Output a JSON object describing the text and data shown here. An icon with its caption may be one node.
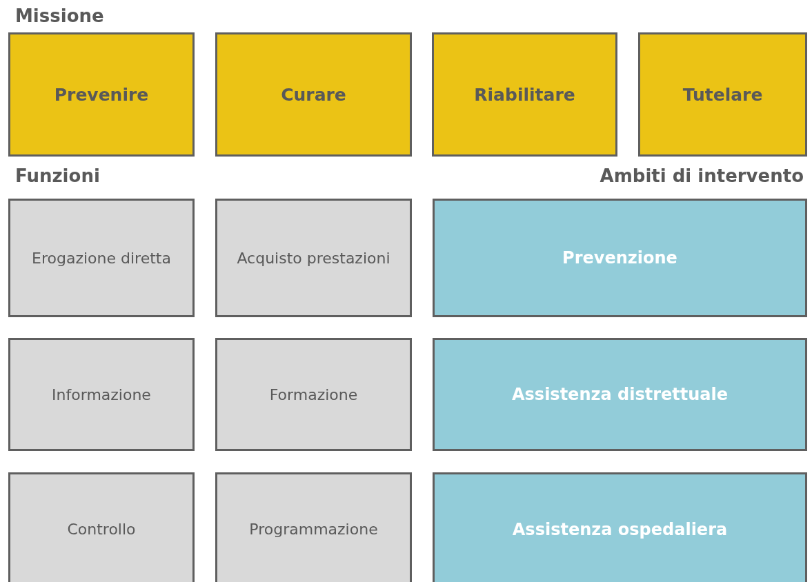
{
  "diagram": {
    "nodes": [
      {
        "text": [
          "Prevenire"
        ]
      },
      {
        "text": [
          "Curare"
        ]
      },
      {
        "text": [
          "Riabilitare"
        ]
      },
      {
        "text": [
          "Tutelare"
        ]
      },
      {
        "text": [
          "Erogazione diretta"
        ]
      },
      {
        "text": [
          "Acquisto prestazioni"
        ]
      },
      {
        "text": [
          "Prevenzione"
        ]
      },
      {
        "text": [
          "Informazione"
        ]
      },
      {
        "text": [
          "Formazione"
        ]
      },
      {
        "text": [
          "Assistenza distrettuale"
        ]
      },
      {
        "text": [
          "Controllo"
        ]
      },
      {
        "text": [
          "Programmazione"
        ]
      },
      {
        "text": [
          "Assistenza ospedaliera"
        ]
      }
    ],
    "labels": [
      "Missione",
      "Funzioni",
      "Ambiti di intervento"
    ]
  }
}
